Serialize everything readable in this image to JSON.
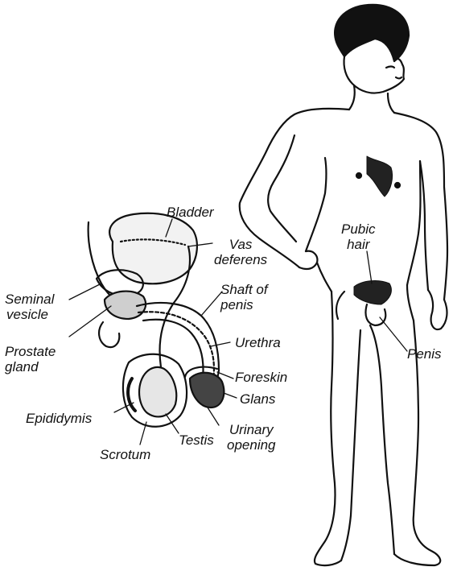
{
  "labels": {
    "bladder": "Bladder",
    "vas_deferens": [
      "Vas",
      "deferens"
    ],
    "seminal_vesicle": [
      "Seminal",
      "vesicle"
    ],
    "shaft_of_penis": [
      "Shaft of",
      "penis"
    ],
    "prostate_gland": [
      "Prostate",
      "gland"
    ],
    "urethra": "Urethra",
    "foreskin": "Foreskin",
    "glans": "Glans",
    "epididymis": "Epididymis",
    "testis": "Testis",
    "urinary_opening": [
      "Urinary",
      "opening"
    ],
    "scrotum": "Scrotum",
    "pubic_hair": [
      "Pubic",
      "hair"
    ],
    "penis": "Penis"
  },
  "colors": {
    "ink": "#111111",
    "background": "#ffffff"
  }
}
